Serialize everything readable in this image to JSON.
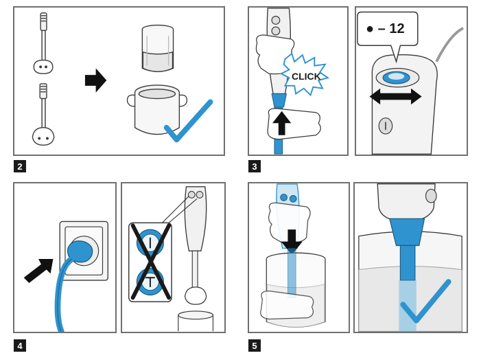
{
  "steps": [
    {
      "number": "2"
    },
    {
      "number": "3"
    },
    {
      "number": "4"
    },
    {
      "number": "5"
    }
  ],
  "labels": {
    "click": "CLICK",
    "speed_range": "● – 12"
  },
  "colors": {
    "accent_blue": "#2f93cf",
    "light_blue": "#cfe6f3",
    "outline": "#3a3a3a",
    "frame": "#6f6f6f"
  }
}
